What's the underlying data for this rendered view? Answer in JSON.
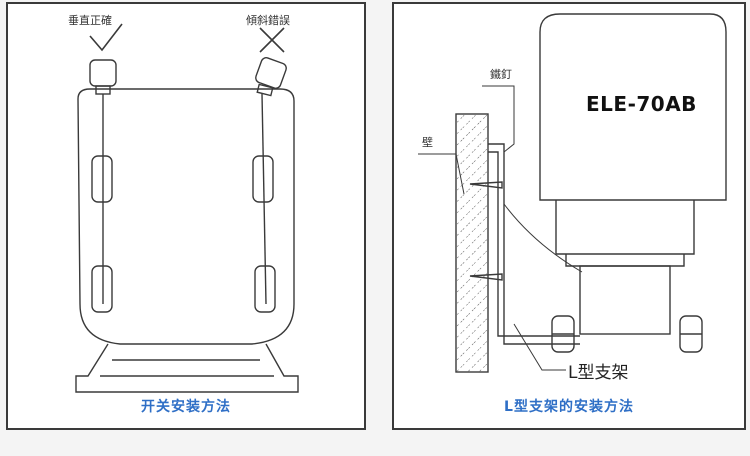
{
  "left_panel": {
    "label_correct": "垂直正確",
    "label_wrong": "傾斜錯誤",
    "caption": "开关安装方法"
  },
  "right_panel": {
    "label_nail": "鐵釘",
    "label_wall": "壁",
    "model": "ELE-70AB",
    "label_bracket": "L型支架",
    "caption": "L型支架的安装方法"
  },
  "colors": {
    "caption": "#2f6fc6",
    "line": "#3a3a3a",
    "panel_border": "#3a3a3a"
  }
}
